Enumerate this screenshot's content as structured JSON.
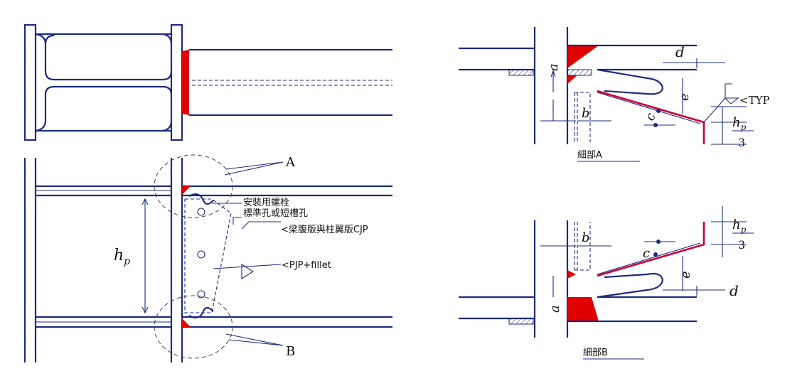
{
  "labels": {
    "A": "A",
    "B": "B",
    "hp": "h",
    "hp_sub": "p",
    "bolt_line1": "安裝用螺栓",
    "bolt_line2": "標準孔或短槽孔",
    "cjp_note": "<梁腹版與柱翼版CJP",
    "pjp_note": "<PJP+fillet",
    "typ": "<TYP",
    "detail_a_title": "細部A",
    "detail_b_title": "細部B",
    "dim_a": "a",
    "dim_b": "b",
    "dim_c": "c",
    "dim_d": "d",
    "dim_e": "e",
    "frac_denom": "3"
  },
  "colors": {
    "line": "#1d2b7c",
    "weld": "#e00000",
    "flange_edge": "#c8003c"
  }
}
